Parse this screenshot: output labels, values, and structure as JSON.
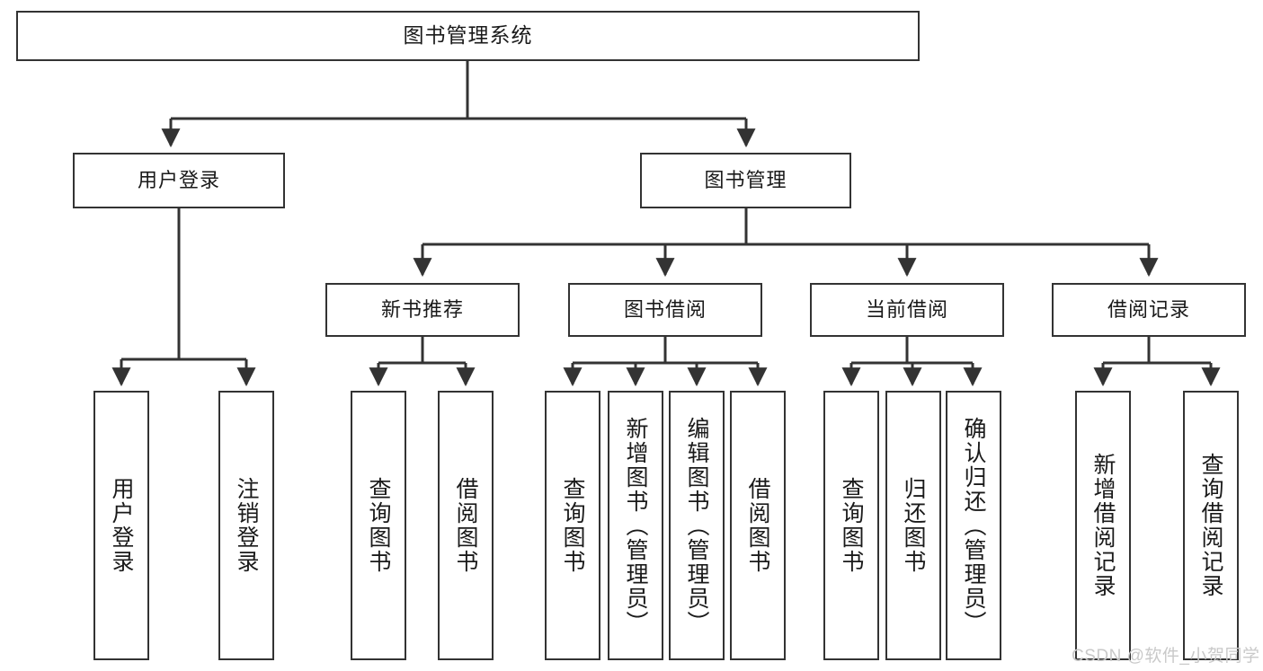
{
  "diagram": {
    "title": "图书管理系统",
    "watermark": "CSDN @软件_小贺同学",
    "theme": {
      "box_border": "#333333",
      "box_fill": "#ffffff",
      "line": "#333333",
      "text": "#1a1a1a",
      "watermark": "#c9c9c9",
      "background": "#ffffff"
    },
    "levels": {
      "level1_label": "图书管理系统",
      "level2": [
        {
          "id": "user-login",
          "label": "用户登录"
        },
        {
          "id": "book-manage",
          "label": "图书管理"
        }
      ],
      "level3": [
        {
          "id": "new-book-recommend",
          "label": "新书推荐"
        },
        {
          "id": "book-borrow",
          "label": "图书借阅"
        },
        {
          "id": "current-borrow",
          "label": "当前借阅"
        },
        {
          "id": "borrow-record",
          "label": "借阅记录"
        }
      ],
      "level4": [
        {
          "id": "leaf-user-login",
          "label": "用户登录",
          "parent": "user-login"
        },
        {
          "id": "leaf-logout-login",
          "label": "注销登录",
          "parent": "user-login"
        },
        {
          "id": "leaf-query-book-1",
          "label": "查询图书",
          "parent": "new-book-recommend"
        },
        {
          "id": "leaf-borrow-book-1",
          "label": "借阅图书",
          "parent": "new-book-recommend"
        },
        {
          "id": "leaf-query-book-2",
          "label": "查询图书",
          "parent": "book-borrow"
        },
        {
          "id": "leaf-add-book",
          "label": "新增图书（管理员）",
          "parent": "book-borrow"
        },
        {
          "id": "leaf-edit-book",
          "label": "编辑图书（管理员）",
          "parent": "book-borrow"
        },
        {
          "id": "leaf-borrow-book-2",
          "label": "借阅图书",
          "parent": "book-borrow"
        },
        {
          "id": "leaf-query-book-3",
          "label": "查询图书",
          "parent": "current-borrow"
        },
        {
          "id": "leaf-return-book",
          "label": "归还图书",
          "parent": "current-borrow"
        },
        {
          "id": "leaf-confirm-return",
          "label": "确认归还（管理员）",
          "parent": "current-borrow"
        },
        {
          "id": "leaf-add-record",
          "label": "新增借阅记录",
          "parent": "borrow-record"
        },
        {
          "id": "leaf-query-record",
          "label": "查询借阅记录",
          "parent": "borrow-record"
        }
      ]
    }
  }
}
